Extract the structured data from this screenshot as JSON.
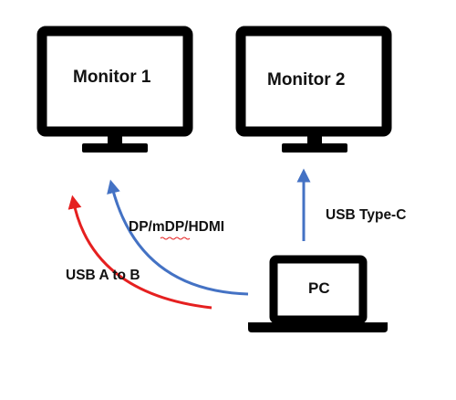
{
  "nodes": {
    "monitor1": {
      "label": "Monitor 1",
      "icon": "monitor-icon"
    },
    "monitor2": {
      "label": "Monitor 2",
      "icon": "monitor-icon"
    },
    "pc": {
      "label": "PC",
      "icon": "laptop-icon"
    }
  },
  "connections": [
    {
      "label": "USB A to B",
      "from": "PC",
      "to": "Monitor 1",
      "color": "#e52020"
    },
    {
      "label": "DP/mDP/HDMI",
      "from": "PC",
      "to": "Monitor 1",
      "color": "#4472c4"
    },
    {
      "label": "USB Type-C",
      "from": "PC",
      "to": "Monitor 2",
      "color": "#4472c4"
    }
  ],
  "colors": {
    "device": "#000000",
    "screen": "#ffffff",
    "spellcheck": "#e52020"
  }
}
